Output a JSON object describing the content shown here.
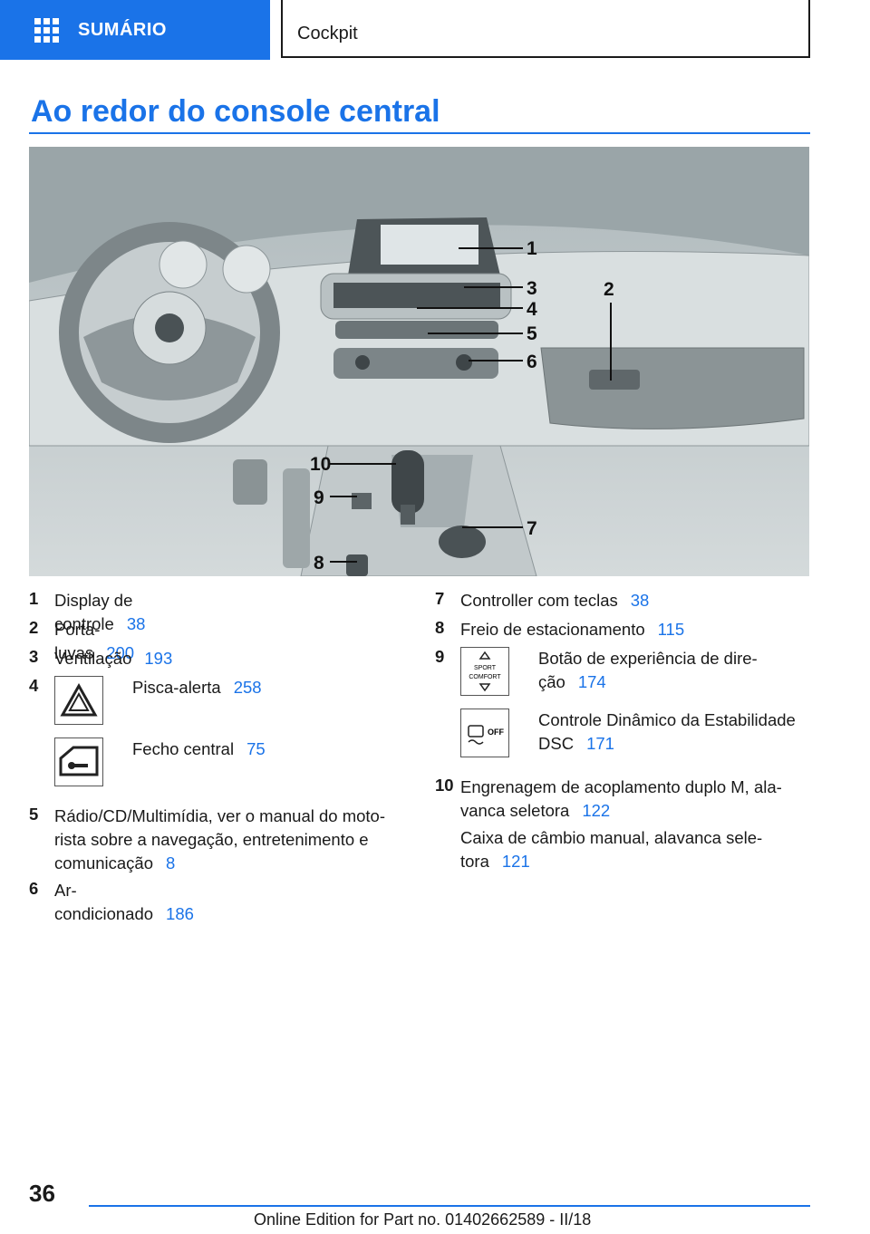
{
  "header": {
    "toc_label": "SUMÁRIO",
    "breadcrumb": "Cockpit"
  },
  "page_title": "Ao redor do console central",
  "figure": {
    "callouts": [
      "1",
      "2",
      "3",
      "4",
      "5",
      "6",
      "7",
      "8",
      "9",
      "10"
    ]
  },
  "legend_left": [
    {
      "num": "1",
      "text": "Display de controle",
      "page": "38"
    },
    {
      "num": "2",
      "text": "Porta-luvas",
      "page": "200"
    },
    {
      "num": "3",
      "text": "Ventilação",
      "page": "193"
    },
    {
      "num": "4",
      "text": "Pisca-alerta",
      "page": "258"
    },
    {
      "num": "",
      "text": "Fecho central",
      "page": "75"
    },
    {
      "num": "5",
      "text_lines": [
        "Rádio/CD/Multimídia, ver o manual do moto-",
        "rista sobre a navegação, entretenimento e",
        "comunicação"
      ],
      "page": "8"
    },
    {
      "num": "6",
      "text": "Ar-condicionado",
      "page": "186"
    }
  ],
  "legend_right": [
    {
      "num": "7",
      "text": "Controller com teclas",
      "page": "38"
    },
    {
      "num": "8",
      "text": "Freio de estacionamento",
      "page": "115"
    },
    {
      "num": "9",
      "text_lines": [
        "Botão de experiência de dire-",
        "ção"
      ],
      "page": "174",
      "icon_labels": [
        "SPORT",
        "COMFORT"
      ]
    },
    {
      "num": "",
      "text_lines": [
        "Controle Dinâmico da Estabilidade",
        "DSC"
      ],
      "page": "171",
      "icon_labels": [
        "OFF"
      ]
    },
    {
      "num": "10",
      "text_lines": [
        "Engrenagem de acoplamento duplo M, ala-",
        "vanca seletora"
      ],
      "page": "122"
    },
    {
      "num": "",
      "text_lines": [
        "Caixa de câmbio manual, alavanca sele-",
        "tora"
      ],
      "page": "121"
    }
  ],
  "footer": {
    "page_number": "36",
    "edition": "Online Edition for Part no. 01402662589 - II/18"
  },
  "colors": {
    "accent": "#1a73e8",
    "figure_bg": "#c8d0d2"
  }
}
